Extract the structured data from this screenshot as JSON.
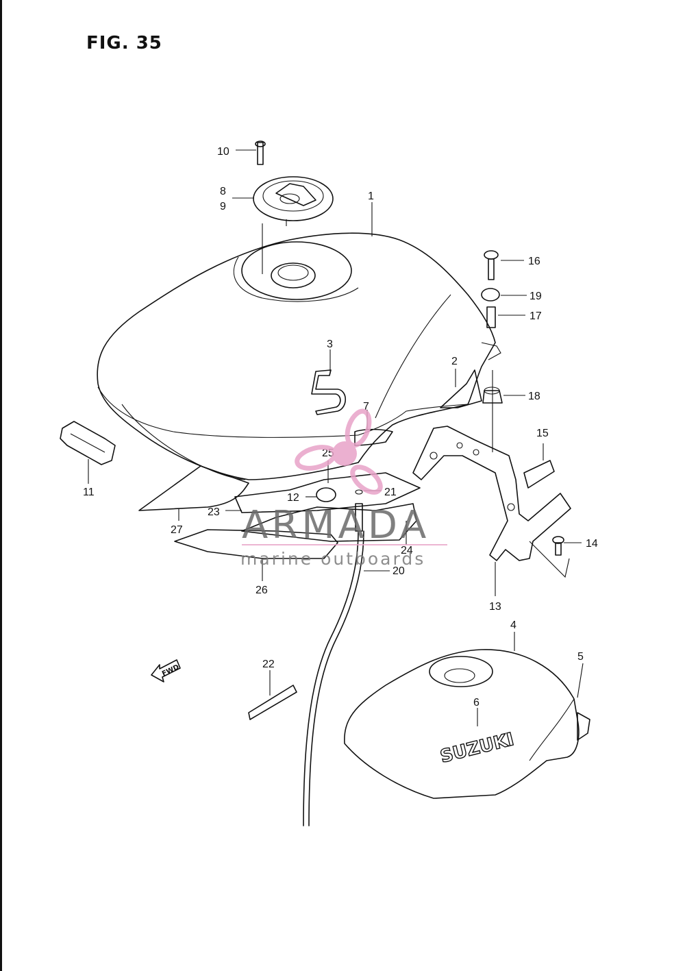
{
  "figure": {
    "title": "FIG. 35"
  },
  "callouts": [
    {
      "id": "1",
      "text": "1"
    },
    {
      "id": "2",
      "text": "2"
    },
    {
      "id": "3",
      "text": "3"
    },
    {
      "id": "4",
      "text": "4"
    },
    {
      "id": "5",
      "text": "5"
    },
    {
      "id": "6",
      "text": "6"
    },
    {
      "id": "7",
      "text": "7"
    },
    {
      "id": "8",
      "text": "8"
    },
    {
      "id": "9",
      "text": "9"
    },
    {
      "id": "10",
      "text": "10"
    },
    {
      "id": "11",
      "text": "11"
    },
    {
      "id": "12",
      "text": "12"
    },
    {
      "id": "13",
      "text": "13"
    },
    {
      "id": "14",
      "text": "14"
    },
    {
      "id": "15",
      "text": "15"
    },
    {
      "id": "16",
      "text": "16"
    },
    {
      "id": "17",
      "text": "17"
    },
    {
      "id": "18",
      "text": "18"
    },
    {
      "id": "19",
      "text": "19"
    },
    {
      "id": "20",
      "text": "20"
    },
    {
      "id": "21",
      "text": "21"
    },
    {
      "id": "22",
      "text": "22"
    },
    {
      "id": "23",
      "text": "23"
    },
    {
      "id": "24",
      "text": "24"
    },
    {
      "id": "25",
      "text": "25"
    },
    {
      "id": "26",
      "text": "26"
    },
    {
      "id": "27",
      "text": "27"
    }
  ],
  "fwd_marker": {
    "text": "FWD",
    "icon": "fwd-arrow-icon"
  },
  "tank_branding": {
    "text": "SUZUKI"
  },
  "watermark": {
    "brand": "ARMADA",
    "tagline": "marine outboards",
    "logo_icon": "propeller-logo-icon",
    "logo_color": "#e8a3c8",
    "text_color": "#6a6a6a"
  }
}
